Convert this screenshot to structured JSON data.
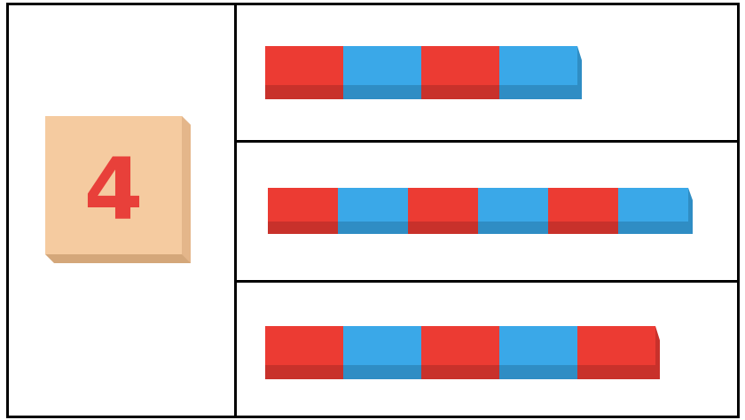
{
  "number_card": {
    "digit": "4",
    "face_color": "#F5CBA0",
    "digit_color": "#E8403A"
  },
  "colors": {
    "red": "#EC3B33",
    "red_dark": "#C8312B",
    "blue": "#3AA8E8",
    "blue_dark": "#2F8DC4"
  },
  "rods": [
    {
      "segments": 4
    },
    {
      "segments": 6
    },
    {
      "segments": 5
    }
  ]
}
